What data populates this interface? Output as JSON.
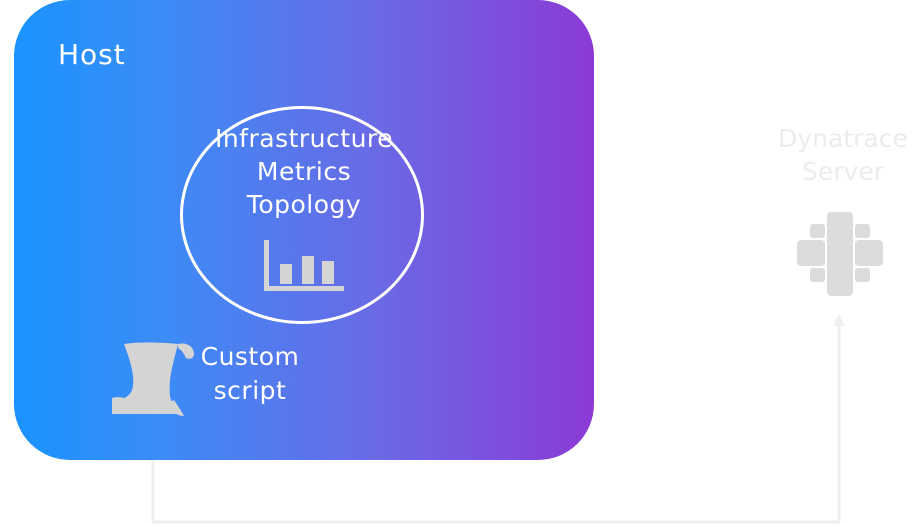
{
  "host": {
    "title": "Host"
  },
  "metrics": {
    "line1": "Infrastructure",
    "line2": "Metrics",
    "line3": "Topology",
    "icon": "bar-chart-icon"
  },
  "script": {
    "line1": "Custom",
    "line2": "script",
    "icon": "scroll-icon"
  },
  "server": {
    "line1": "Dynatrace",
    "line2": "Server",
    "icon": "dynatrace-server-icon"
  },
  "colors": {
    "gradient_start": "#1a93fe",
    "gradient_end": "#8b3ad5",
    "icon_gray": "#d4d4d4",
    "faded_gray": "#ececec",
    "connector": "#f0f0f0"
  }
}
